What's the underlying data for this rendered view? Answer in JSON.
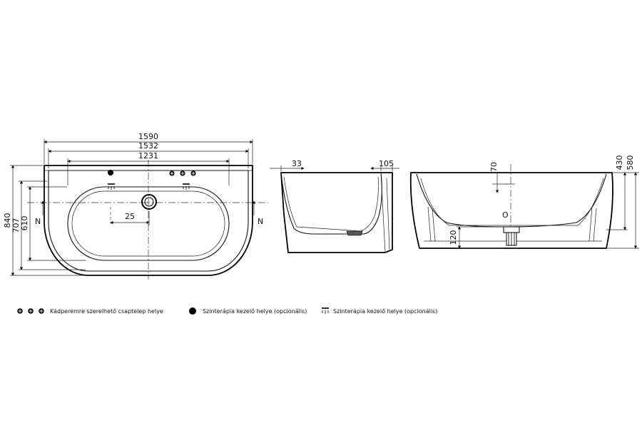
{
  "dimensions": {
    "width_total": "1590",
    "width_mid": "1532",
    "width_inner": "1231",
    "height_total": "840",
    "height_mid": "707",
    "height_inner": "610",
    "drain_offset": "25",
    "wall_left": "33",
    "wall_right": "105",
    "overflow_depth": "70",
    "drain_height": "120",
    "height_inner_side": "430",
    "height_total_side": "580"
  },
  "markers": {
    "side_left": "N",
    "side_right": "N",
    "overflow": "O"
  },
  "legend": {
    "faucet_label": "Kádperemre szerelhető csaptelep helye",
    "chromo_control_label": "Szinterápia kezelő helye (opcionális)",
    "chromo_light_label": "Szinterápia kezelő helye (opcionális)"
  },
  "icons": {
    "faucet": "cross-circle-icon",
    "chromo_control": "filled-circle-icon",
    "chromo_light": "lamp-icon"
  }
}
